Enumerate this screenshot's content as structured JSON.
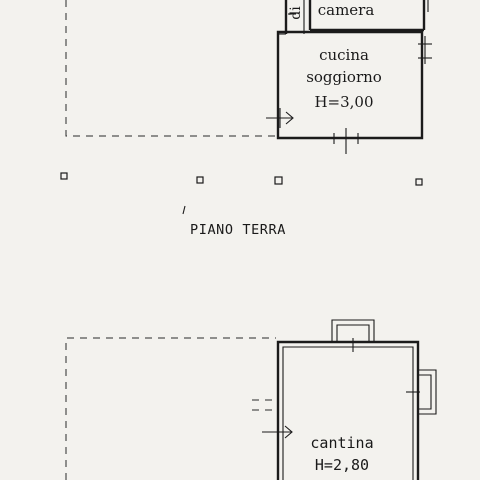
{
  "labels": {
    "camera": "camera",
    "disimpegno": "di",
    "cucina": "cucina",
    "soggiorno": "soggiorno",
    "h_ground": "H=3,00",
    "floor_title": "PIANO TERRA",
    "cantina": "cantina",
    "h_cellar": "H=2,80"
  }
}
